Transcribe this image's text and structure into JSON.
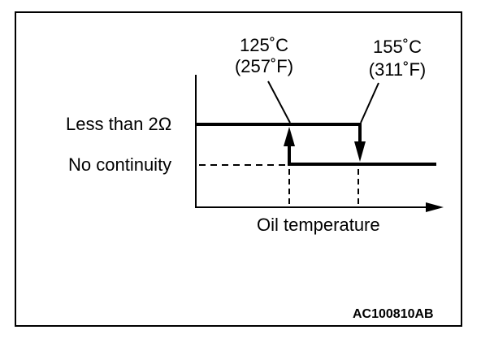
{
  "diagram": {
    "y_states": {
      "high": "Less than 2Ω",
      "low": "No continuity"
    },
    "x_axis_label": "Oil temperature",
    "transitions": [
      {
        "celsius": "125˚C",
        "fahrenheit": "(257˚F)",
        "direction": "up"
      },
      {
        "celsius": "155˚C",
        "fahrenheit": "(311˚F)",
        "direction": "down"
      }
    ],
    "figure_code": "AC100810AB"
  },
  "colors": {
    "line": "#000000",
    "background": "#ffffff"
  }
}
